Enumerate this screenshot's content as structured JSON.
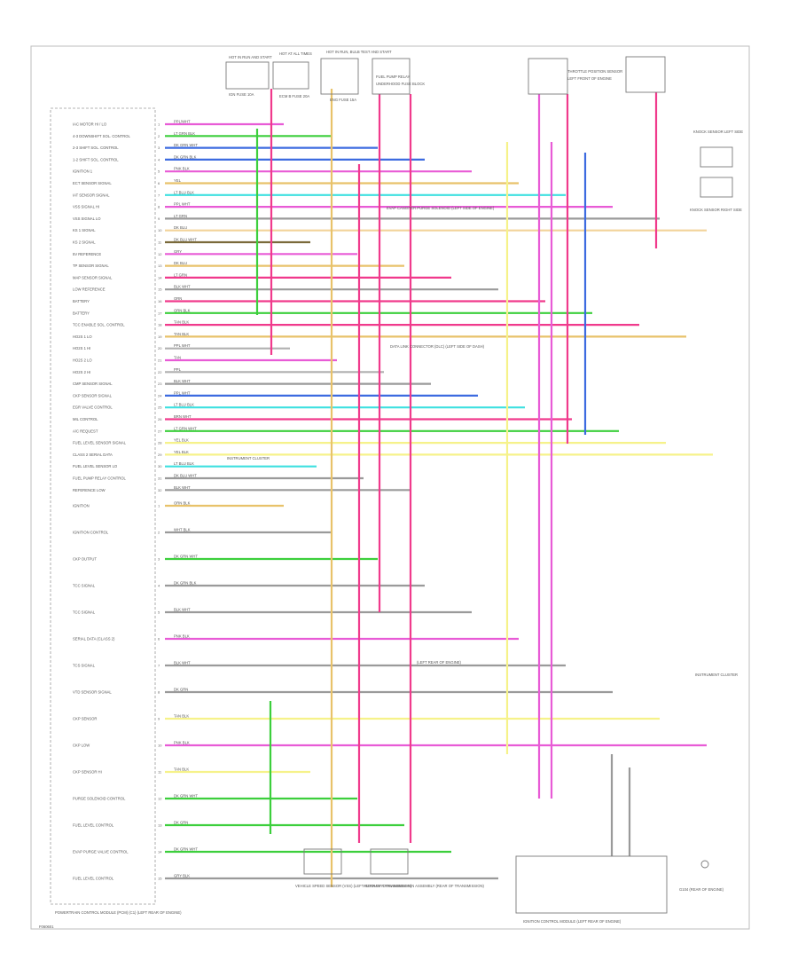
{
  "ecm": {
    "name": "POWERTRAIN CONTROL MODULE (PCM) (C1) (LEFT REAR OF ENGINE)",
    "pins": [
      {
        "label": "IAC MOTOR HI / LO",
        "wire": "PPL/WHT",
        "color": "#e85bd6"
      },
      {
        "label": "4-3 DOWNSHIFT SOL. CONTROL",
        "wire": "LT GRN  BLK",
        "color": "#3ccf3c"
      },
      {
        "label": "2-3 SHIFT SOL. CONTROL",
        "wire": "DK GRN  WHT",
        "color": "#3d6be0"
      },
      {
        "label": "1-2 SHIFT SOL. CONTROL",
        "wire": "DK GRN  BLK",
        "color": "#3d6be0"
      },
      {
        "label": "IGNITION 1",
        "wire": "PNK  BLK",
        "color": "#e85bd6"
      },
      {
        "label": "ECT SENSOR SIGNAL",
        "wire": "YEL",
        "color": "#e8c26a"
      },
      {
        "label": "IAT SENSOR SIGNAL",
        "wire": "LT BLU  BLK",
        "color": "#3ee0e0"
      },
      {
        "label": "VSS SIGNAL HI",
        "wire": "PPL  WHT",
        "color": "#e85bd6"
      },
      {
        "label": "VSS SIGNAL LO",
        "wire": "LT GRN",
        "color": "#9a9a9a"
      },
      {
        "label": "KS 1 SIGNAL",
        "wire": "DK BLU",
        "color": "#f2d39a"
      },
      {
        "label": "KS 2 SIGNAL",
        "wire": "DK BLU  WHT",
        "color": "#7a6a3a"
      },
      {
        "label": "5V REFERENCE",
        "wire": "GRY",
        "color": "#e85bd6"
      },
      {
        "label": "TP SENSOR SIGNAL",
        "wire": "DK BLU",
        "color": "#e8c26a"
      },
      {
        "label": "MAP SENSOR SIGNAL",
        "wire": "LT GRN",
        "color": "#f03a8c"
      },
      {
        "label": "LOW REFERENCE",
        "wire": "BLK  WHT",
        "color": "#9a9a9a"
      },
      {
        "label": "BATTERY",
        "wire": "ORN",
        "color": "#f03a8c"
      },
      {
        "label": "BATTERY",
        "wire": "ORN  BLK",
        "color": "#3ccf3c"
      },
      {
        "label": "TCC ENABLE SOL. CONTROL",
        "wire": "TAN  BLK",
        "color": "#f03a8c"
      },
      {
        "label": "HO2S 1 LO",
        "wire": "TAN  BLK",
        "color": "#e8c26a"
      },
      {
        "label": "HO2S 1 HI",
        "wire": "PPL  WHT",
        "color": "#b0b0b0"
      },
      {
        "label": "HO2S 2 LO",
        "wire": "TAN",
        "color": "#e85bd6"
      },
      {
        "label": "HO2S 2 HI",
        "wire": "PPL",
        "color": "#b0b0b0"
      },
      {
        "label": "CMP SENSOR SIGNAL",
        "wire": "BLK  WHT",
        "color": "#9a9a9a"
      },
      {
        "label": "CKP SENSOR SIGNAL",
        "wire": "PPL  WHT",
        "color": "#3d6be0"
      },
      {
        "label": "EGR VALVE CONTROL",
        "wire": "LT BLU  BLK",
        "color": "#3ee0e0"
      },
      {
        "label": "MIL CONTROL",
        "wire": "BRN  WHT",
        "color": "#f03a8c"
      },
      {
        "label": "A/C REQUEST",
        "wire": "LT GRN  WHT",
        "color": "#3ccf3c"
      },
      {
        "label": "FUEL LEVEL SENSOR SIGNAL",
        "wire": "YEL  BLK",
        "color": "#f6f28a"
      },
      {
        "label": "CLASS 2 SERIAL DATA",
        "wire": "YEL  BLK",
        "color": "#f6f28a"
      },
      {
        "label": "FUEL LEVEL SENSOR LO",
        "wire": "LT BLU  BLK",
        "color": "#3ee0e0"
      },
      {
        "label": "FUEL PUMP RELAY CONTROL",
        "wire": "DK BLU  WHT",
        "color": "#9a9a9a"
      },
      {
        "label": "REFERENCE LOW",
        "wire": "BLK  WHT",
        "color": "#9a9a9a"
      }
    ],
    "pins2": [
      {
        "label": "IGNITION",
        "wire": "ORN  BLK",
        "color": "#e8c26a"
      },
      {
        "label": "IGNITION CONTROL",
        "wire": "WHT  BLK",
        "color": "#9a9a9a"
      },
      {
        "label": "CKP OUTPUT",
        "wire": "DK GRN  WHT",
        "color": "#3ccf3c"
      },
      {
        "label": "TCC SIGNAL",
        "wire": "DK GRN  BLK",
        "color": "#9a9a9a"
      },
      {
        "label": "TCC SIGNAL",
        "wire": "BLK  WHT",
        "color": "#9a9a9a"
      },
      {
        "label": "SERIAL DATA (CLASS 2)",
        "wire": "PNK  BLK",
        "color": "#e85bd6"
      },
      {
        "label": "TCS SIGNAL",
        "wire": "BLK  WHT",
        "color": "#9a9a9a"
      },
      {
        "label": "VTD SENSOR SIGNAL",
        "wire": "DK GRN",
        "color": "#9a9a9a"
      },
      {
        "label": "CKP SENSOR",
        "wire": "TAN  BLK",
        "color": "#f6f28a"
      },
      {
        "label": "CKP LOW",
        "wire": "PNK  BLK",
        "color": "#e85bd6"
      },
      {
        "label": "CKP SENSOR HI",
        "wire": "TAN  BLK",
        "color": "#f6f28a"
      },
      {
        "label": "PURGE SOLENOID CONTROL",
        "wire": "DK GRN  WHT",
        "color": "#3ccf3c"
      },
      {
        "label": "FUEL LEVEL CONTROL",
        "wire": "DK GRN",
        "color": "#3ccf3c"
      },
      {
        "label": "EVAP PURGE VALVE CONTROL",
        "wire": "DK GRN  WHT",
        "color": "#3ccf3c"
      },
      {
        "label": "FUEL LEVEL CONTROL",
        "wire": "GRY  BLK",
        "color": "#9a9a9a"
      }
    ]
  },
  "top_components": [
    {
      "label": "HOT IN RUN AND START",
      "sub": "IGN FUSE 10A"
    },
    {
      "label": "HOT AT ALL TIMES",
      "sub": "ECM B FUSE 20A"
    },
    {
      "label": "HOT IN RUN, BULB TEST AND START",
      "sub": "ENG FUSE 15A"
    },
    {
      "label": "FUEL PUMP RELAY",
      "sub": "UNDERHOOD FUSE BLOCK"
    },
    {
      "label": "THROTTLE POSITION SENSOR",
      "sub": "LEFT FRONT OF ENGINE"
    }
  ],
  "right_components": [
    {
      "label": "KNOCK SENSOR LEFT SIDE"
    },
    {
      "label": "KNOCK SENSOR RIGHT SIDE"
    },
    {
      "label": "INSTRUMENT CLUSTER"
    }
  ],
  "bottom_components": [
    {
      "label": "VEHICLE SPEED SENSOR (VSS) (LEFT REAR OF TRANSMISSION)"
    },
    {
      "label": "AUTOMATIC TRANSMISSION ASSEMBLY (REAR OF TRANSMISSION)"
    },
    {
      "label": "IGNITION CONTROL MODULE (LEFT REAR OF ENGINE)"
    },
    {
      "label": "G104 (REAR OF ENGINE)"
    }
  ],
  "notes": [
    {
      "text": "DATA LINK CONNECTOR (DLC) (LEFT SIDE OF DASH)"
    },
    {
      "text": "EVAP CANISTER PURGE SOLENOID (LEFT SIDE OF ENGINE)"
    },
    {
      "text": "INSTRUMENT CLUSTER"
    },
    {
      "text": "(LEFT REAR OF ENGINE)"
    }
  ],
  "wire_codes": [
    "ORN",
    "PNK",
    "PPL/WHT",
    "LT GRN",
    "DK GRN",
    "GRY",
    "YEL",
    "TAN",
    "BLK",
    "LT BLU",
    "BRN",
    "DK BLU",
    "WHT"
  ],
  "footer": {
    "code": "F060601"
  }
}
